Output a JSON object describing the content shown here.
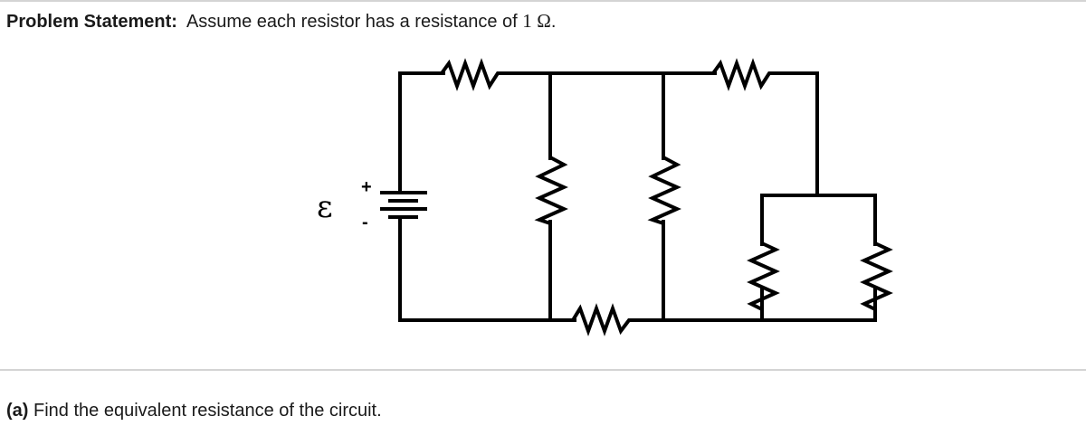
{
  "problem": {
    "label": "Problem Statement:",
    "text": "Assume each resistor has a resistance of ",
    "value": "1",
    "unit": "Ω",
    "end": "."
  },
  "circuit": {
    "source_symbol": "ε",
    "plus_sign": "+",
    "minus_sign": "-",
    "resistor_value_ohms": 1,
    "resistor_count": 7,
    "resistors": [
      {
        "id": "R-top-left",
        "orientation": "horizontal"
      },
      {
        "id": "R-top-right",
        "orientation": "horizontal"
      },
      {
        "id": "R-middle-left",
        "orientation": "vertical"
      },
      {
        "id": "R-middle-right",
        "orientation": "vertical"
      },
      {
        "id": "R-bottom",
        "orientation": "horizontal"
      },
      {
        "id": "R-parallel-left",
        "orientation": "vertical"
      },
      {
        "id": "R-parallel-right",
        "orientation": "vertical"
      }
    ]
  },
  "question": {
    "part": "(a)",
    "text": " Find the equivalent resistance of the circuit."
  }
}
